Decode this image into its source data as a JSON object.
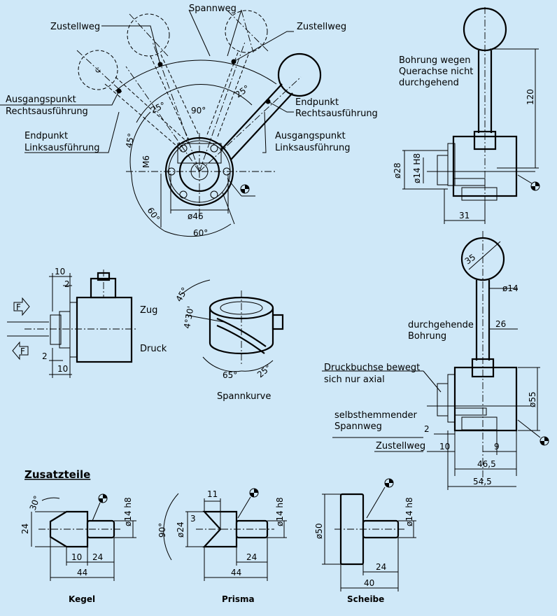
{
  "top_view": {
    "spannweg": "Spannweg",
    "zustellweg_left": "Zustellweg",
    "zustellweg_right": "Zustellweg",
    "ausgangspunkt_rechts_1": "Ausgangspunkt",
    "ausgangspunkt_rechts_2": "Rechtsausführung",
    "endpunkt_links_1": "Endpunkt",
    "endpunkt_links_2": "Linksausführung",
    "endpunkt_rechts_1": "Endpunkt",
    "endpunkt_rechts_2": "Rechtsausführung",
    "ausgangspunkt_links_1": "Ausgangspunkt",
    "ausgangspunkt_links_2": "Linksausführung",
    "angle_25_left": "25°",
    "angle_25_right": "25°",
    "angle_90": "90°",
    "angle_45": "45°",
    "angle_60_side": "60°",
    "thread": "M6",
    "dia_46": "ø46",
    "angle_60_bottom": "60°"
  },
  "side_view": {
    "bohrung_1": "Bohrung wegen",
    "bohrung_2": "Querachse nicht",
    "bohrung_3": "durchgehend",
    "dim_120": "120",
    "dim_28": "ø28",
    "dim_14_h8": "ø14 H8",
    "dim_31": "31"
  },
  "force_view": {
    "dim_10_top": "10",
    "dim_2_top": "2",
    "dim_2_bottom": "2",
    "dim_10_bottom": "10",
    "zug": "Zug",
    "druck": "Druck",
    "force_label": "F"
  },
  "cam_view": {
    "angle_45": "45°",
    "angle_4_30": "4°30'",
    "angle_65": "65°",
    "angle_25": "25°",
    "caption": "Spannkurve"
  },
  "axial_view": {
    "ball": "35",
    "dia_14": "ø14",
    "durchgehende_1": "durchgehende",
    "durchgehende_2": "Bohrung",
    "dim_26": "26",
    "druckbuchse_1": "Druckbuchse bewegt",
    "druckbuchse_2": "sich nur axial",
    "selbst_1": "selbsthemmender",
    "selbst_2": "Spannweg",
    "dim_2": "2",
    "zustellweg": "Zustellweg",
    "dim_10": "10",
    "dim_9": "9",
    "dim_55": "ø55",
    "dim_46_5": "46,5",
    "dim_54_5": "54,5"
  },
  "zusatzteile": {
    "heading": "Zusatzteile",
    "kegel": {
      "caption": "Kegel",
      "angle": "30°",
      "dim_24": "24",
      "dim_14h8": "ø14 h8",
      "dim_10": "10",
      "dim_24b": "24",
      "dim_44": "44"
    },
    "prisma": {
      "caption": "Prisma",
      "dim_11": "11",
      "dim_14h8": "ø14 h8",
      "angle_90": "90°",
      "dim_24": "ø24",
      "dim_3": "3",
      "dim_24b": "24",
      "dim_44": "44"
    },
    "scheibe": {
      "caption": "Scheibe",
      "dim_50": "ø50",
      "dim_14h8": "ø14 h8",
      "dim_24": "24",
      "dim_40": "40"
    }
  }
}
